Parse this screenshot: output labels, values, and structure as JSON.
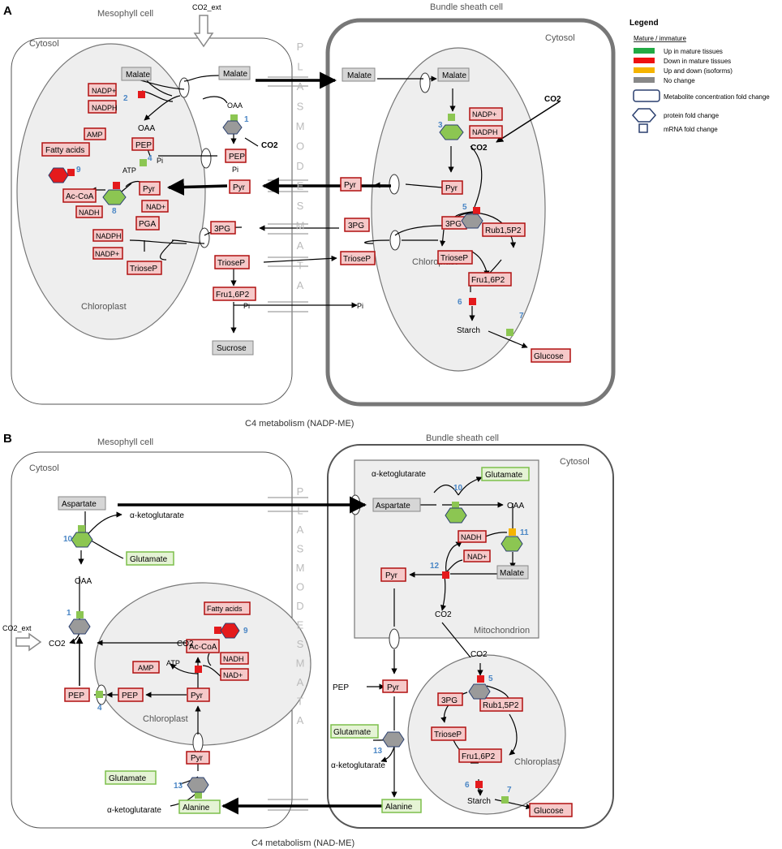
{
  "panels": {
    "A": {
      "letter": "A",
      "mesophyll_title": "Mesophyll cell",
      "bundle_title": "Bundle sheath cell",
      "cytosol_left": "Cytosol",
      "cytosol_right": "Cytosol",
      "chloroplast_left": "Chloroplast",
      "chloroplast_right": "Chloroplast",
      "co2_ext": "CO2_ext",
      "caption": "C4 metabolism  (NADP-ME)",
      "labels": {
        "malate": "Malate",
        "oaa": "OAA",
        "co2": "CO2",
        "pep": "PEP",
        "pyr": "Pyr",
        "pga": "PGA",
        "threepg": "3PG",
        "triosep": "TrioseP",
        "fru16p2": "Fru1,6P2",
        "sucrose": "Sucrose",
        "rub15p2": "Rub1,5P2",
        "starch": "Starch",
        "glucose": "Glucose",
        "fatty_acids": "Fatty acids",
        "accoa": "Ac-CoA",
        "nadp_plus": "NADP+",
        "nadph": "NADPH",
        "nad_plus": "NAD+",
        "nadh": "NADH",
        "amp": "AMP",
        "atp": "ATP",
        "pi": "Pi"
      },
      "enzyme_numbers": [
        "1",
        "2",
        "3",
        "4",
        "5",
        "6",
        "7",
        "8",
        "9"
      ]
    },
    "B": {
      "letter": "B",
      "mesophyll_title": "Mesophyll cell",
      "bundle_title": "Bundle sheath cell",
      "cytosol_left": "Cytosol",
      "cytosol_right": "Cytosol",
      "chloroplast_left": "Chloroplast",
      "chloroplast_right": "Chloroplast",
      "mitochondrion": "Mitochondrion",
      "co2_ext": "CO2_ext",
      "caption": "C4 metabolism  (NAD-ME)",
      "labels": {
        "aspartate": "Aspartate",
        "akg": "α-ketoglutarate",
        "glutamate": "Glutamate",
        "oaa": "OAA",
        "co2": "CO2",
        "pep": "PEP",
        "pyr": "Pyr",
        "alanine": "Alanine",
        "malate": "Malate",
        "nadh": "NADH",
        "nad_plus": "NAD+",
        "amp": "AMP",
        "atp": "ATP",
        "accoa": "Ac-CoA",
        "fatty_acids": "Fatty acids",
        "threepg": "3PG",
        "triosep": "TrioseP",
        "fru16p2": "Fru1,6P2",
        "rub15p2": "Rub1,5P2",
        "starch": "Starch",
        "glucose": "Glucose"
      },
      "enzyme_numbers": [
        "1",
        "4",
        "5",
        "6",
        "7",
        "9",
        "10",
        "10",
        "11",
        "12",
        "13",
        "13"
      ]
    }
  },
  "plasmodesmata": [
    "P",
    "L",
    "A",
    "S",
    "M",
    "O",
    "D",
    "E",
    "S",
    "M",
    "A",
    "T",
    "A"
  ],
  "legend": {
    "title": "Legend",
    "subtitle": "Mature / immature",
    "items": [
      {
        "label": "Up in mature tissues",
        "color": "#22aa44"
      },
      {
        "label": "Down in mature tissues",
        "color": "#ee1111"
      },
      {
        "label": "Up and down (isoforms)",
        "color": "#f5b400"
      },
      {
        "label": "No change",
        "color": "#888888"
      }
    ],
    "shapes": [
      {
        "label": "Metabolite concentration fold change",
        "shape": "rectangle"
      },
      {
        "label": "protein fold change",
        "shape": "hexagon"
      },
      {
        "label": "mRNA fold change",
        "shape": "square"
      }
    ]
  },
  "colors": {
    "down_red": "#e41a1c",
    "up_green": "#8cc652",
    "no_change_grey": "#9a9a9a",
    "isoform_yellow": "#f5b400",
    "red_box_fill": "#f6c9c9",
    "red_box_border": "#b01010",
    "green_box_fill": "#e5f3d5",
    "green_box_border": "#7dbf4b",
    "grey_box_fill": "#d6d6d6",
    "enzyme_number": "#4a86c5"
  }
}
